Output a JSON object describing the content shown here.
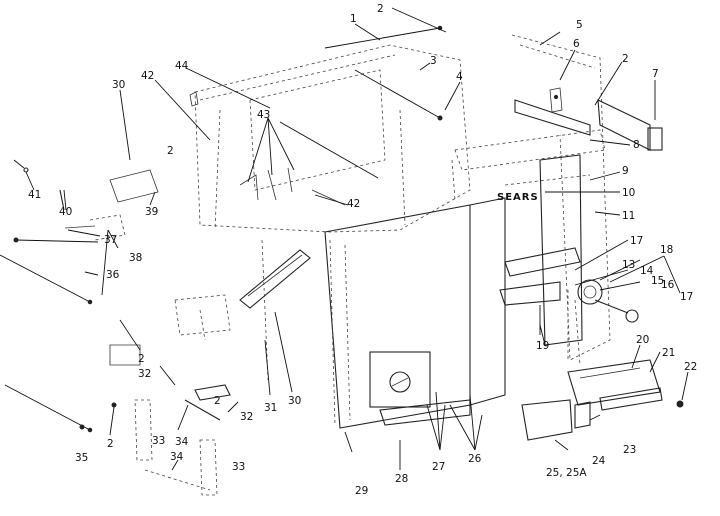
{
  "diagram": {
    "brand_label": "SEARS",
    "callouts": {
      "c1": "1",
      "c2a": "2",
      "c2b": "2",
      "c2c": "2",
      "c2d": "2",
      "c2e": "2",
      "c2f": "2",
      "c3": "3",
      "c4": "4",
      "c5": "5",
      "c6": "6",
      "c7": "7",
      "c8": "8",
      "c9": "9",
      "c10": "10",
      "c11": "11",
      "c13": "13",
      "c14": "14",
      "c15": "15",
      "c16": "16",
      "c17a": "17",
      "c17b": "17",
      "c18": "18",
      "c19": "19",
      "c20": "20",
      "c21": "21",
      "c22": "22",
      "c23": "23",
      "c24": "24",
      "c25": "25, 25A",
      "c26": "26",
      "c27": "27",
      "c28": "28",
      "c29": "29",
      "c30a": "30",
      "c30b": "30",
      "c31": "31",
      "c32a": "32",
      "c32b": "32",
      "c33a": "33",
      "c33b": "33",
      "c34a": "34",
      "c34b": "34",
      "c35": "35",
      "c36": "36",
      "c37": "37",
      "c38": "38",
      "c39": "39",
      "c40": "40",
      "c41": "41",
      "c42a": "42",
      "c42b": "42",
      "c43": "43",
      "c44": "44"
    }
  }
}
